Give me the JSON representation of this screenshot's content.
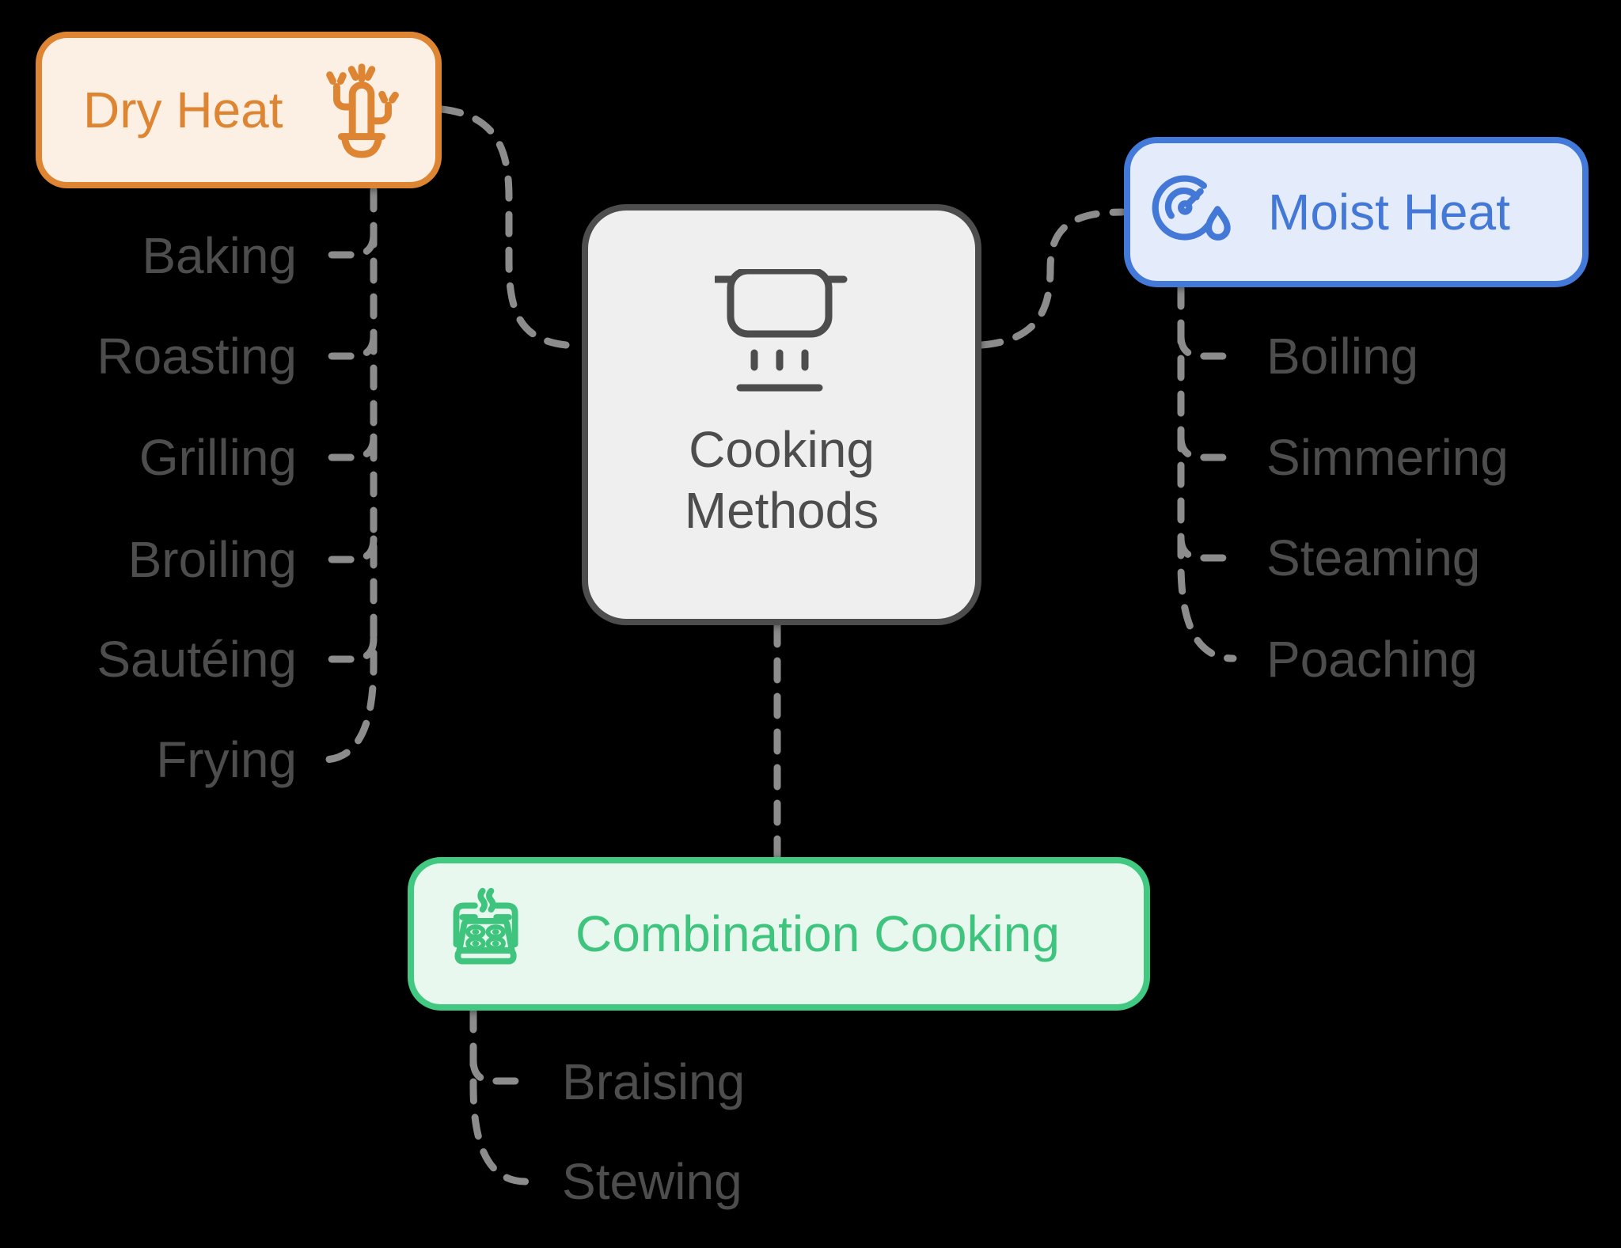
{
  "diagram_title": "Cooking Methods",
  "center": {
    "label_line1": "Cooking",
    "label_line2": "Methods",
    "icon": "cooking-pot-icon"
  },
  "branches": [
    {
      "id": "dry-heat",
      "label": "Dry Heat",
      "icon": "cactus-icon",
      "children": [
        "Baking",
        "Roasting",
        "Grilling",
        "Broiling",
        "Sautéing",
        "Frying"
      ]
    },
    {
      "id": "moist-heat",
      "label": "Moist Heat",
      "icon": "gauge-droplet-icon",
      "children": [
        "Boiling",
        "Simmering",
        "Steaming",
        "Poaching"
      ]
    },
    {
      "id": "combination-cooking",
      "label": "Combination Cooking",
      "icon": "oven-tray-icon",
      "children": [
        "Braising",
        "Stewing"
      ]
    }
  ],
  "colors": {
    "canvas_bg": "#000000",
    "dry_border": "#DD8533",
    "dry_bg": "#FCF0E4",
    "dry_text": "#DD8533",
    "moist_border": "#4379D8",
    "moist_bg": "#E4ECFB",
    "moist_text": "#4478D6",
    "combo_border": "#41C981",
    "combo_bg": "#E8F8EF",
    "combo_text": "#3FC47E",
    "center_border": "#4D4D4D",
    "center_bg": "#EFEFEF",
    "center_text": "#4D4D4D",
    "connector": "#8C8C8C",
    "list_text": "#4D4D4D"
  }
}
